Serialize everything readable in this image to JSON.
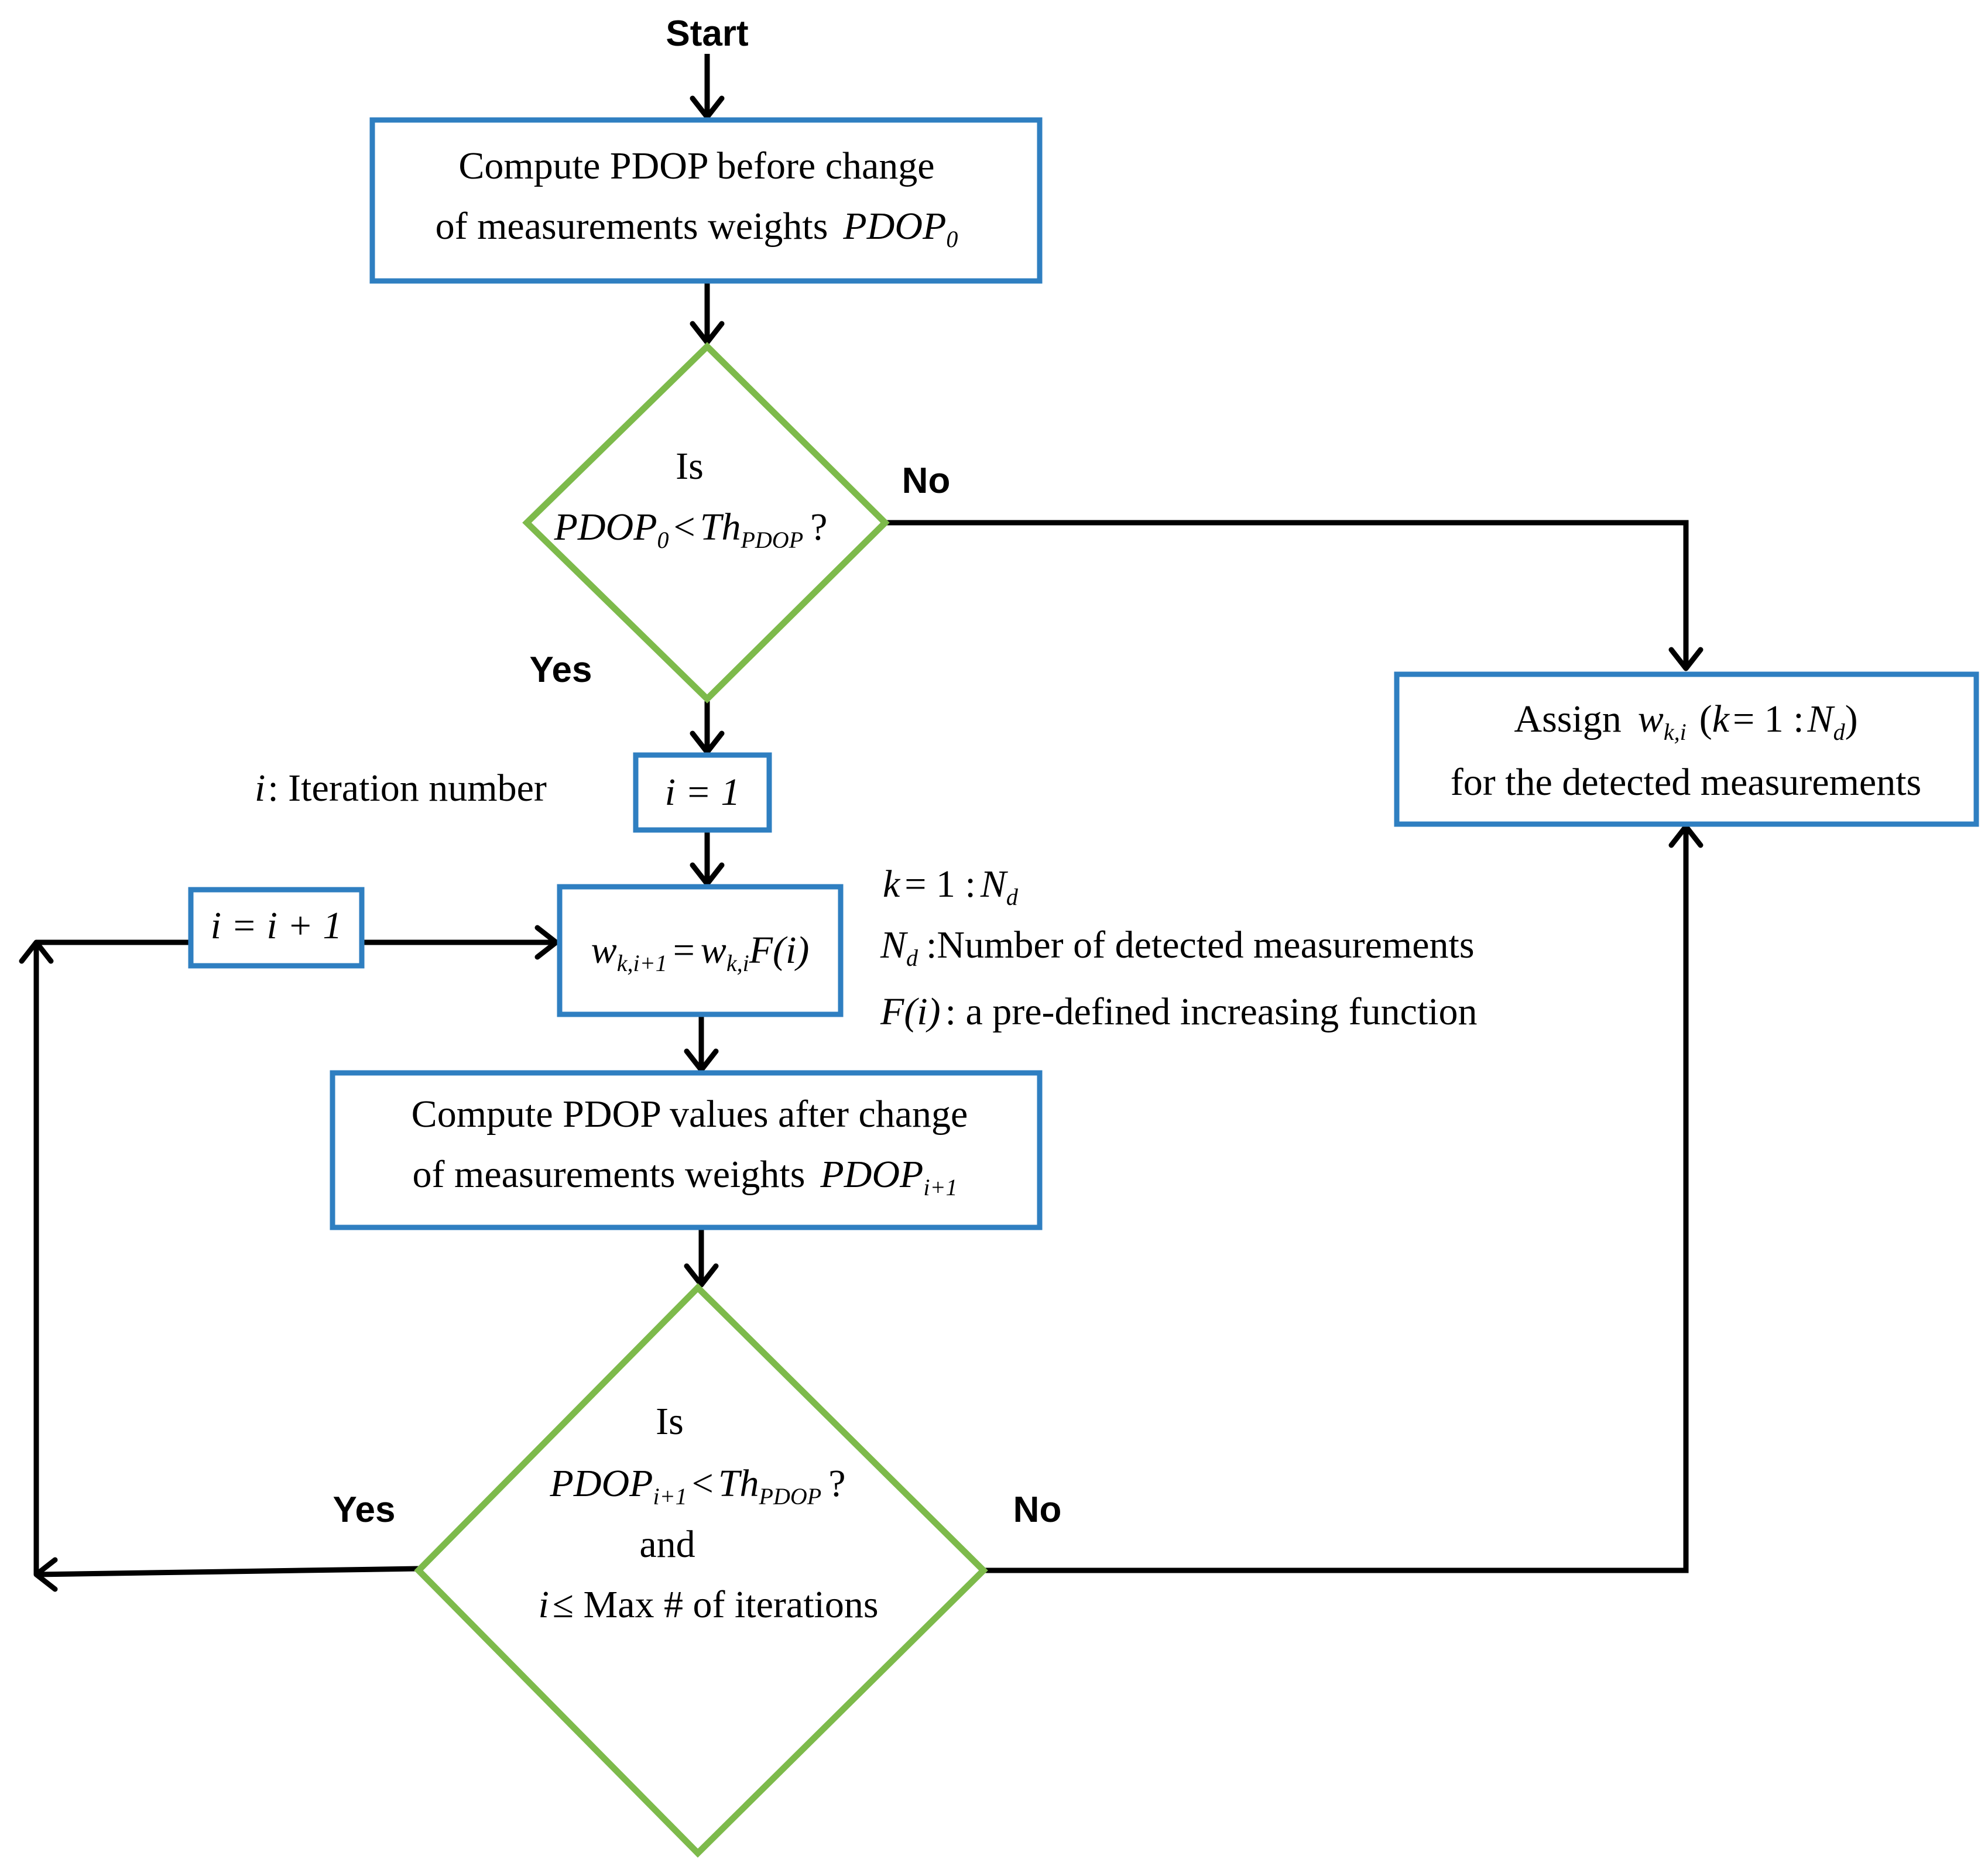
{
  "start_label": "Start",
  "box_pdop0": {
    "line1": "Compute PDOP before change",
    "line2_text": "of measurements weights",
    "line2_var": "PDOP",
    "line2_sub": "0"
  },
  "diamond1": {
    "line1": "Is",
    "var": "PDOP",
    "var_sub": "0",
    "op": "<",
    "th": "Th",
    "th_sub": "PDOP",
    "q": "?"
  },
  "no_label_1": "No",
  "yes_label_1": "Yes",
  "assign_box": {
    "assign": "Assign",
    "w": "w",
    "w_sub": "k,i",
    "range_open": "(",
    "k": "k",
    "range_eq": "= 1 :",
    "N": "N",
    "N_sub": "d",
    "range_close": ")",
    "line2": "for the detected measurements"
  },
  "iteration_note": {
    "var": "i",
    "text": ": Iteration number"
  },
  "init_box": {
    "text": "i = 1"
  },
  "increment_box": {
    "text": "i = i + 1"
  },
  "weight_box": {
    "lhs": "w",
    "lhs_sub": "k,i+1",
    "eq": "=",
    "rhs": "w",
    "rhs_sub": "k,i",
    "func": "F(i)"
  },
  "notes": {
    "line1_k": "k",
    "line1_rest": "= 1 :",
    "line1_N": "N",
    "line1_sub": "d",
    "line2_N": "N",
    "line2_sub": "d",
    "line2_text": ":Number of detected measurements",
    "line3_F": "F(i)",
    "line3_text": ": a pre-defined increasing function"
  },
  "box_pdop_i1": {
    "line1": "Compute PDOP values after change",
    "line2_text": "of measurements weights",
    "line2_var": "PDOP",
    "line2_sub": "i+1"
  },
  "diamond2": {
    "line1": "Is",
    "var": "PDOP",
    "var_sub": "i+1",
    "op": "<",
    "th": "Th",
    "th_sub": "PDOP",
    "q": "?",
    "and": "and",
    "cond_var": "i",
    "cond_text": "≤ Max # of iterations"
  },
  "yes_label_2": "Yes",
  "no_label_2": "No",
  "colors": {
    "box_stroke": "#2f7fc1",
    "diamond_stroke": "#7dba4b",
    "arrow": "#000000"
  }
}
